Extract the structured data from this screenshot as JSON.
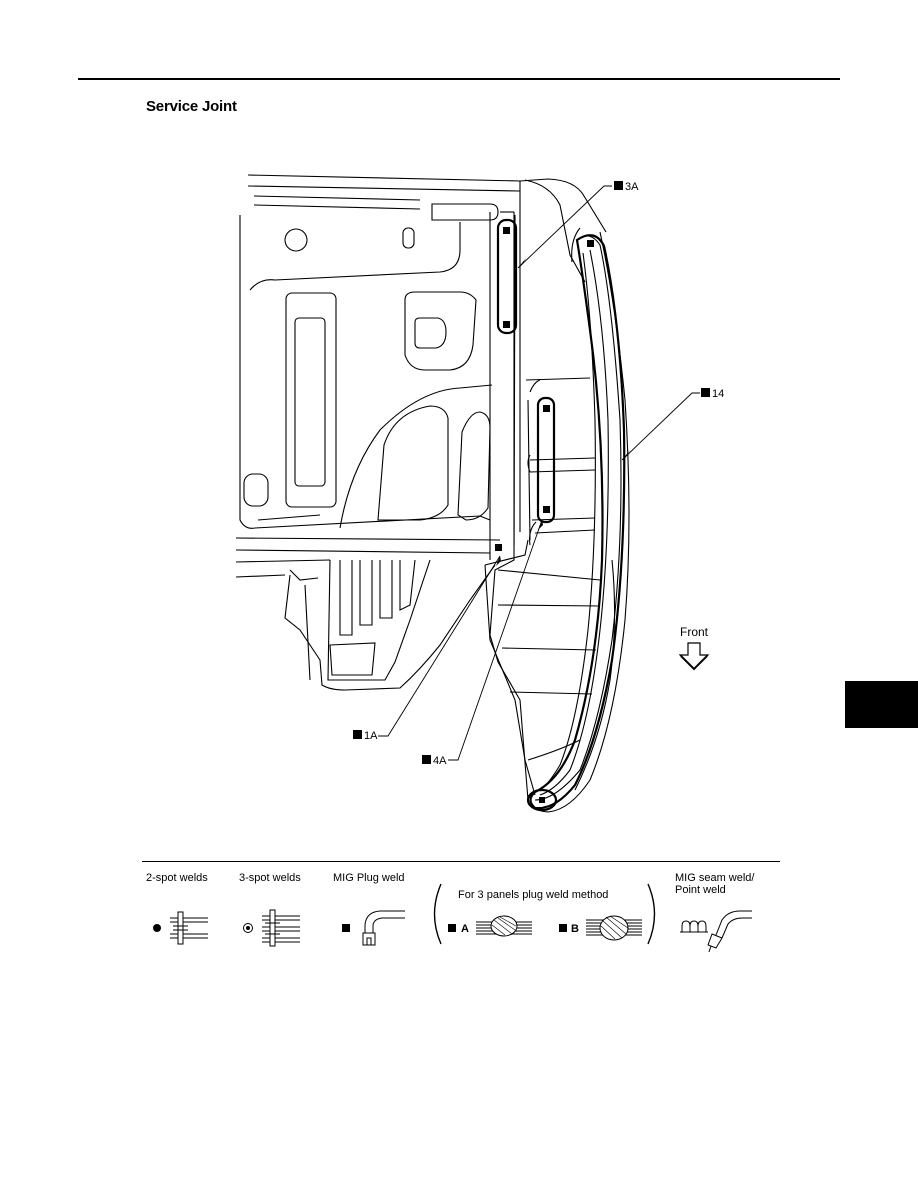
{
  "section_title": "Service Joint",
  "callouts": {
    "c3a": "3A",
    "c14": "14",
    "c1a": "1A",
    "c4a": "4A"
  },
  "front_label": "Front",
  "legend": {
    "spot2": "2-spot welds",
    "spot3": "3-spot welds",
    "mig_plug": "MIG Plug weld",
    "three_panel": "For 3 panels plug weld method",
    "method_a": "A",
    "method_b": "B",
    "mig_seam_line1": "MIG seam weld/",
    "mig_seam_line2": "Point weld"
  }
}
